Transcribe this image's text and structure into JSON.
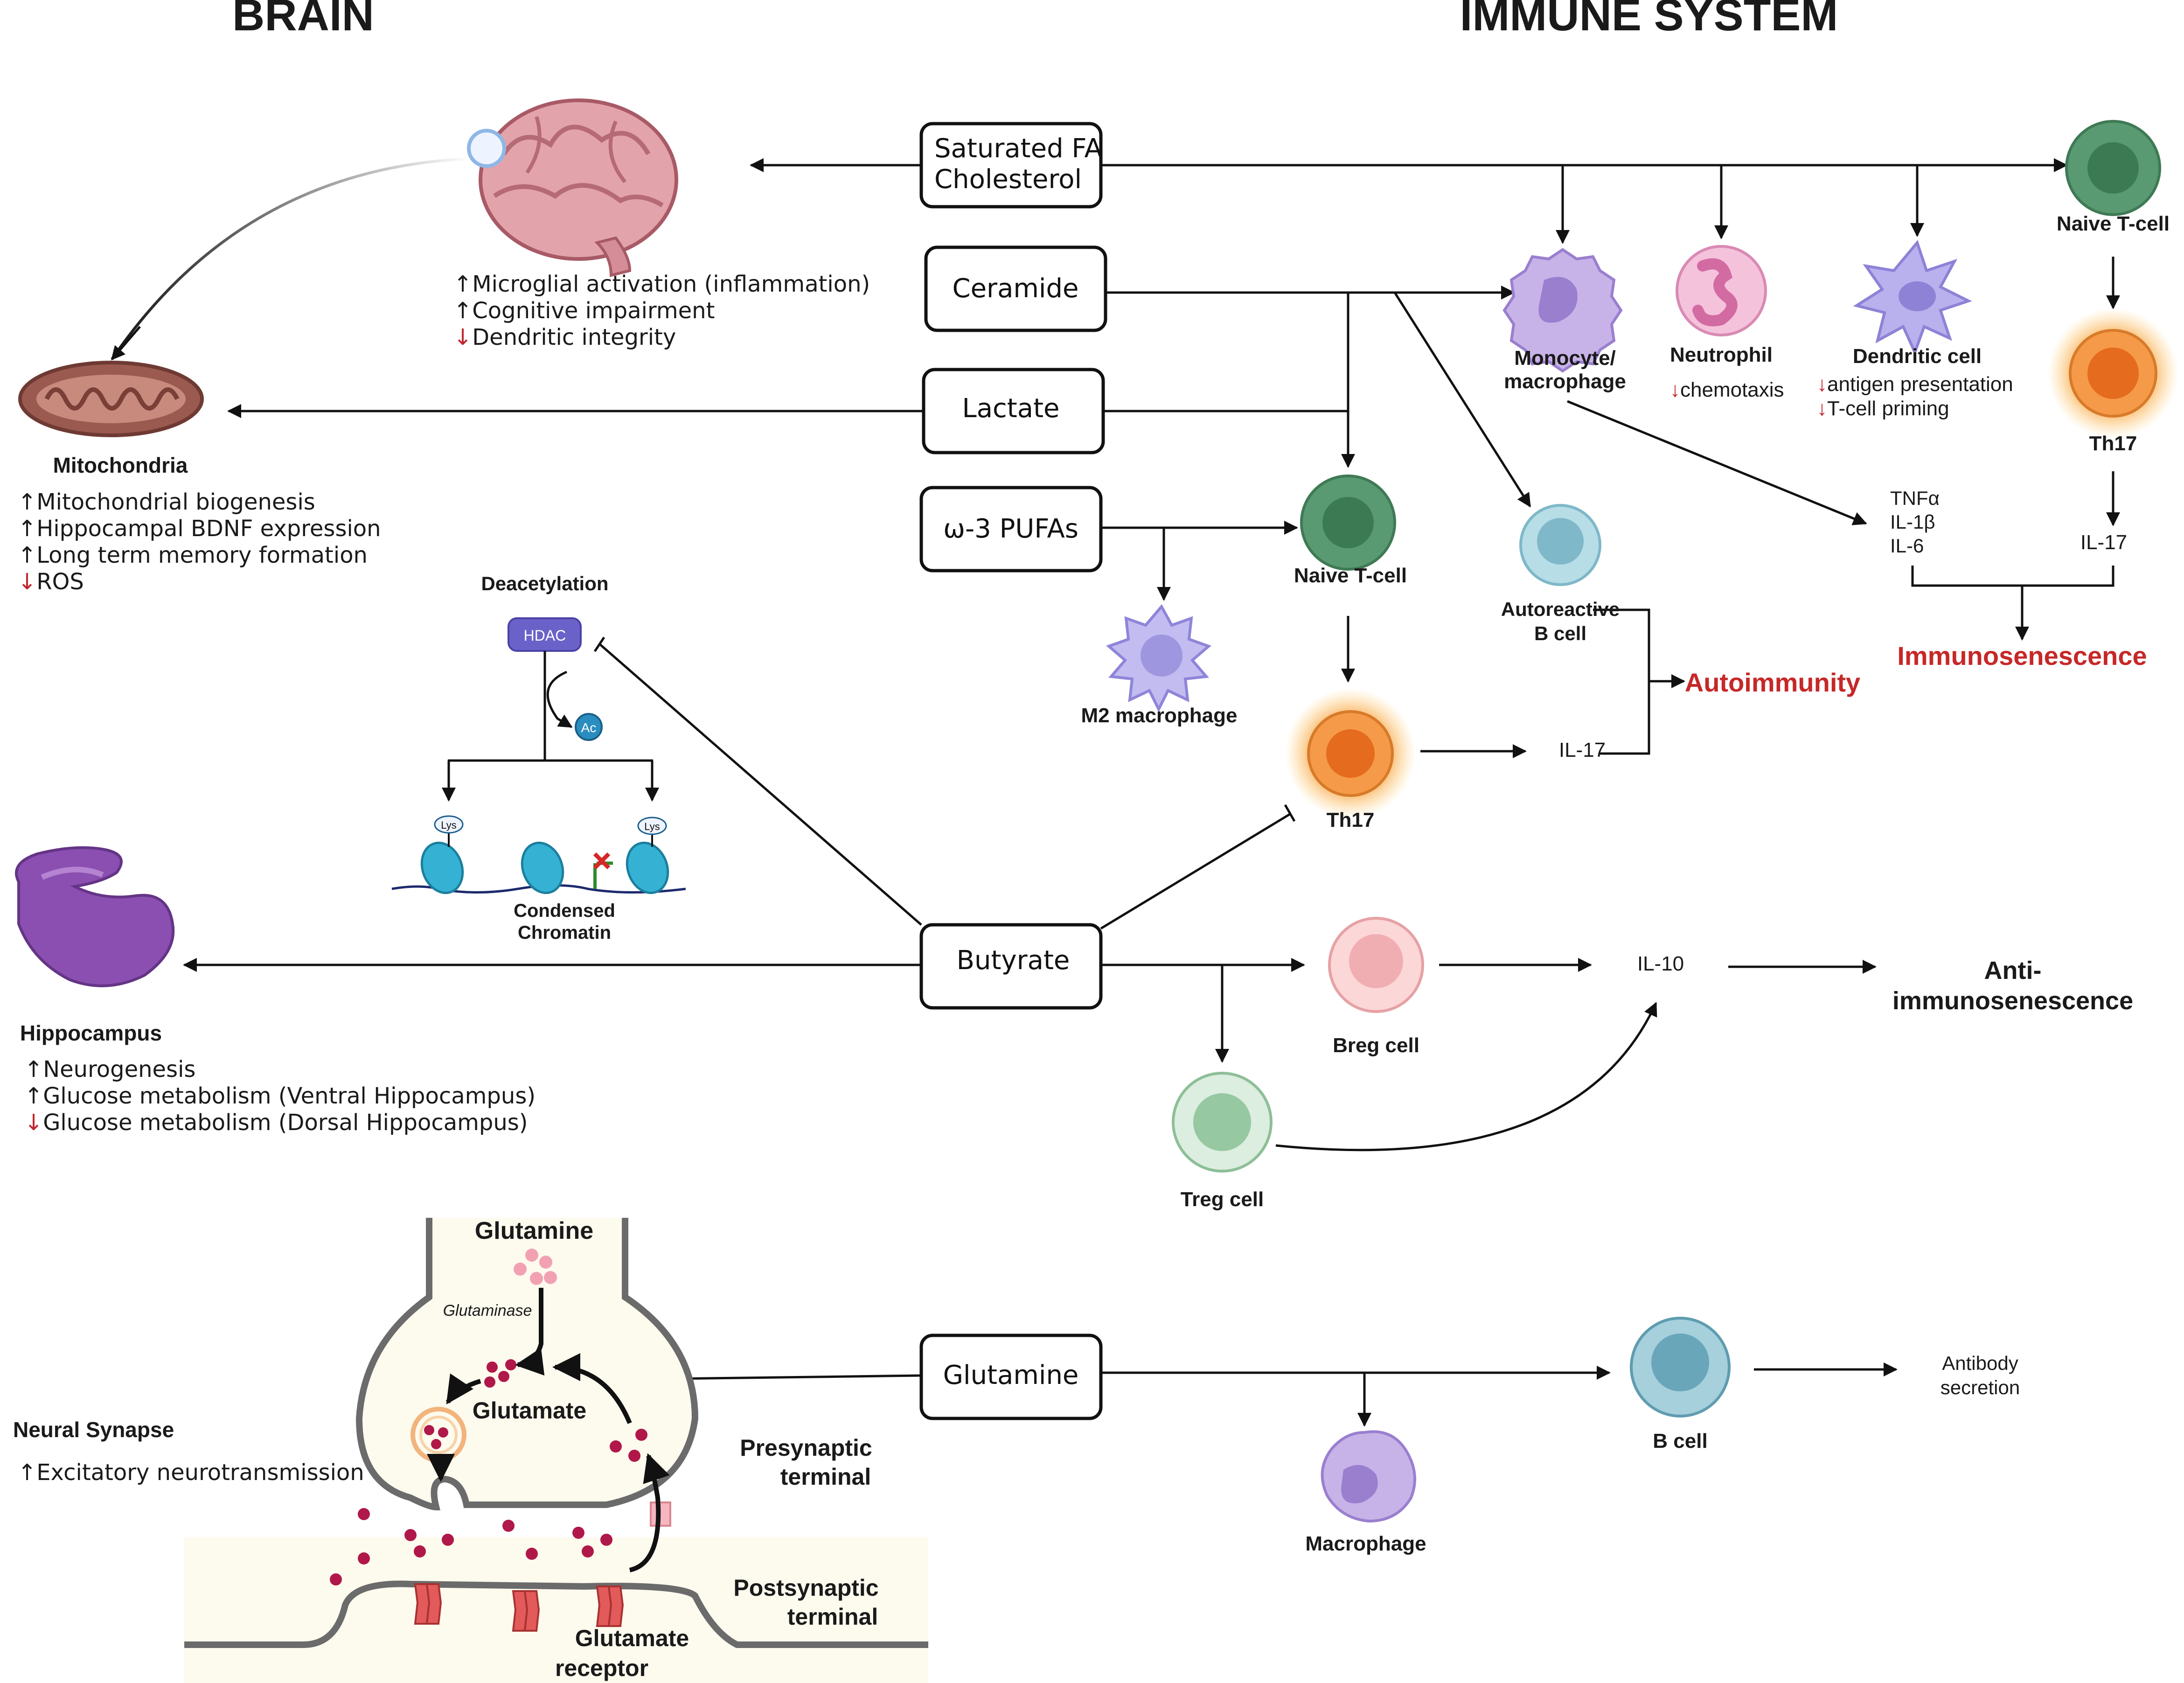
{
  "headings": {
    "brain": "BRAIN",
    "immune": "IMMUNE SYSTEM"
  },
  "factors": {
    "sfa_line1": "Saturated FA",
    "sfa_line2": "Cholesterol",
    "ceramide": "Ceramide",
    "lactate": "Lactate",
    "pufa": "ω-3 PUFAs",
    "butyrate": "Butyrate",
    "glutamine": "Glutamine"
  },
  "brain_effects": {
    "line1": "↑Microglial activation (inflammation)",
    "line2": "↑Cognitive impairment",
    "line3_arrow": "↓",
    "line3": "Dendritic integrity"
  },
  "mitochondria": {
    "title": "Mitochondria",
    "line1": "↑Mitochondrial biogenesis",
    "line2": "↑Hippocampal BDNF expression",
    "line3": "↑Long term memory formation",
    "line4_arrow": "↓",
    "line4": "ROS"
  },
  "hippocampus": {
    "title": "Hippocampus",
    "line1": "↑Neurogenesis",
    "line2": "↑Glucose metabolism (Ventral Hippocampus)",
    "line3_arrow": "↓",
    "line3": "Glucose metabolism (Dorsal Hippocampus)"
  },
  "deacetylation": {
    "title": "Deacetylation",
    "hdac": "HDAC",
    "ac": "Ac",
    "lys": "Lys",
    "chromatin_line1": "Condensed",
    "chromatin_line2": "Chromatin"
  },
  "synapse": {
    "title": "Neural Synapse",
    "effect": "↑Excitatory neurotransmission",
    "glutamine": "Glutamine",
    "glutaminase": "Glutaminase",
    "glutamate": "Glutamate",
    "pre_line1": "Presynaptic",
    "pre_line2": "terminal",
    "post_line1": "Postsynaptic",
    "post_line2": "terminal",
    "receptor_line1": "Glutamate",
    "receptor_line2": "receptor"
  },
  "cells": {
    "naive_t_top": "Naive T-cell",
    "monocyte_line1": "Monocyte/",
    "monocyte_line2": "macrophage",
    "neutrophil": "Neutrophil",
    "neutrophil_effect_arrow": "↓",
    "neutrophil_effect": "chemotaxis",
    "dendritic": "Dendritic cell",
    "dendritic_effect1_arrow": "↓",
    "dendritic_effect1": "antigen presentation",
    "dendritic_effect2_arrow": "↓",
    "dendritic_effect2": "T-cell priming",
    "th17_right": "Th17",
    "naive_t_mid": "Naive T-cell",
    "autoreactive_line1": "Autoreactive",
    "autoreactive_line2": "B cell",
    "m2": "M2 macrophage",
    "th17_mid": "Th17",
    "breg": "Breg cell",
    "treg": "Treg cell",
    "bcell": "B cell",
    "macrophage": "Macrophage"
  },
  "cytokines": {
    "tnf": "TNFα",
    "il1b": "IL-1β",
    "il6": "IL-6",
    "il17_right": "IL-17",
    "il17_mid": "IL-17",
    "il10": "IL-10",
    "antibody_line1": "Antibody",
    "antibody_line2": "secretion"
  },
  "outcomes": {
    "immunosenescence": "Immunosenescence",
    "autoimmunity": "Autoimmunity",
    "anti_line1": "Anti-",
    "anti_line2": "immunosenescence"
  },
  "colors": {
    "naive_t": "#5a9a72",
    "th17": "#f08a3a",
    "monocyte": "#b49bd9",
    "neutrophil": "#ec9ec6",
    "dendritic": "#a99ee6",
    "autoreactive_b": "#8cc4d4",
    "breg": "#f6b3b6",
    "treg": "#b6d8bd",
    "bcell": "#7fb8c8",
    "hippocampus": "#8a4fb0",
    "mitochondria": "#9b5a50",
    "brain": "#d9909a",
    "hdac": "#6b62c9",
    "glutamate": "#b0184a",
    "outcome_red": "#c62828"
  }
}
